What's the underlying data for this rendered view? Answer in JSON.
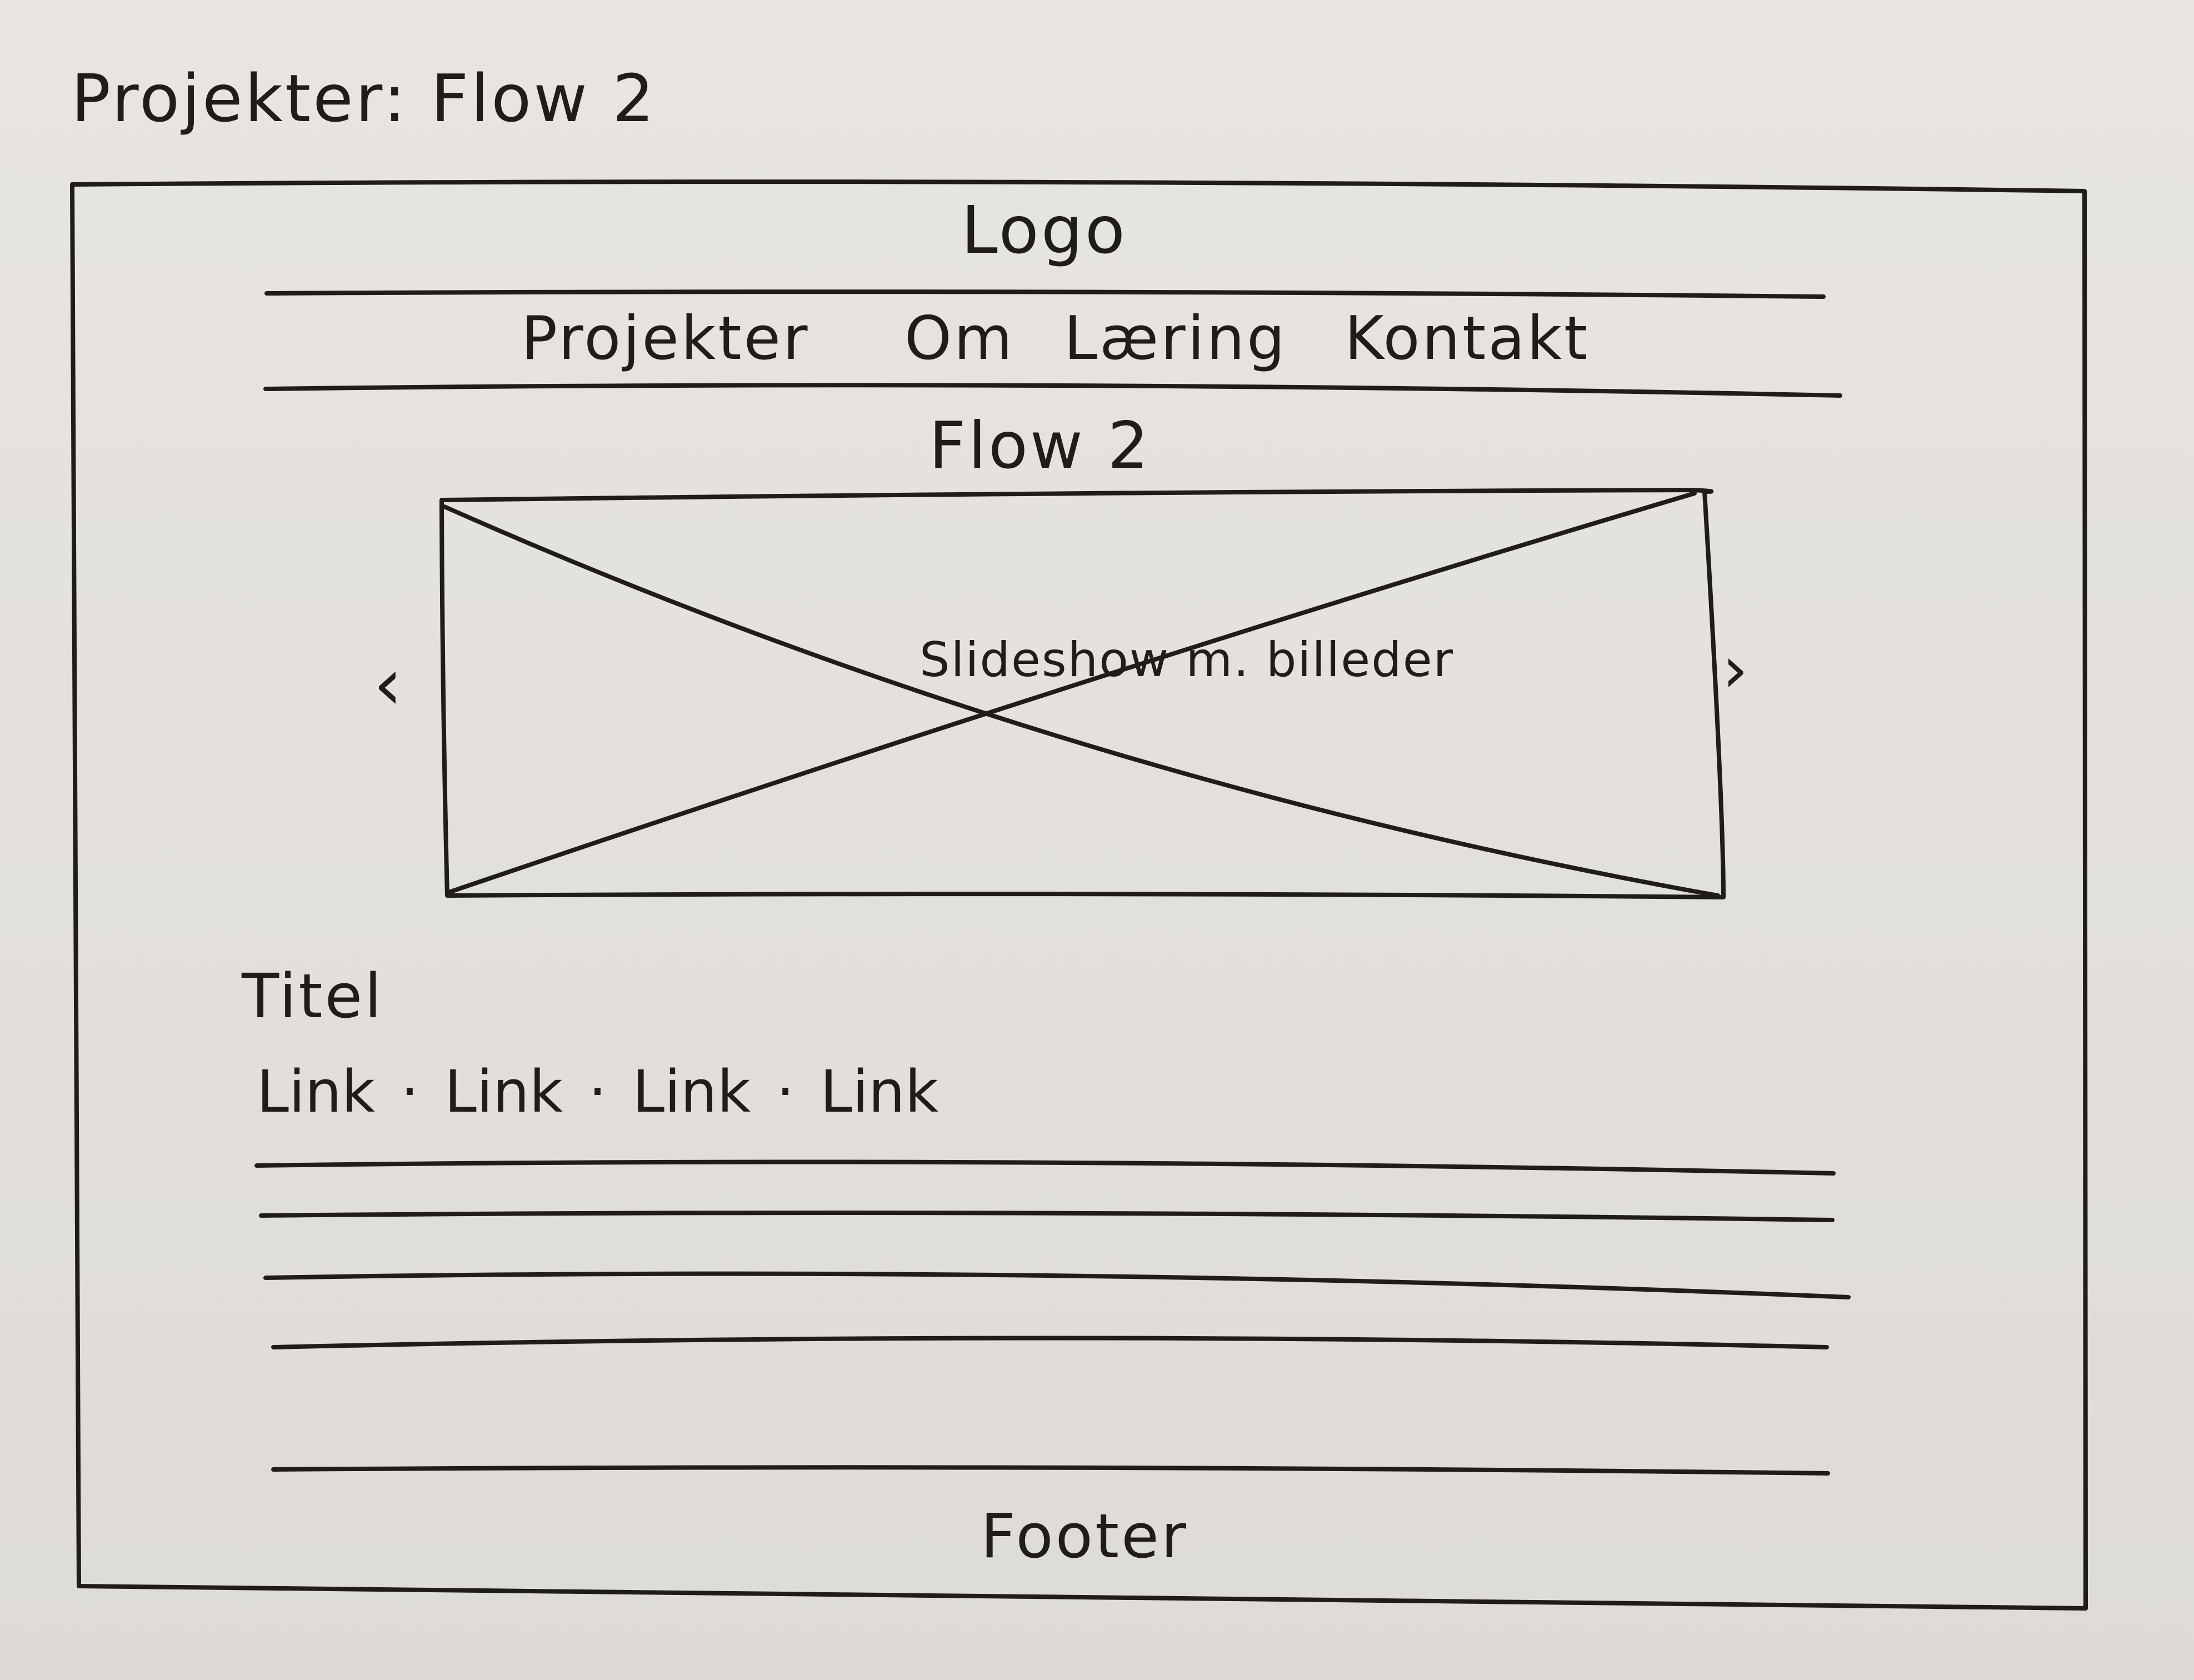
{
  "sheet_title": "Projekter: Flow 2",
  "header": {
    "logo": "Logo"
  },
  "nav": {
    "items": [
      "Projekter",
      "Om",
      "Læring",
      "Kontakt"
    ]
  },
  "page_heading": "Flow 2",
  "slideshow": {
    "label": "Slideshow m. billeder",
    "prev_icon": "chevron-left-icon",
    "next_icon": "chevron-right-icon",
    "prev_glyph": "‹",
    "next_glyph": "›"
  },
  "content": {
    "title": "Titel",
    "links": [
      "Link",
      "Link",
      "Link",
      "Link"
    ],
    "separator": "·"
  },
  "footer": "Footer",
  "colors": {
    "ink": "#1f1c1a",
    "paper": "#e5e2de"
  }
}
